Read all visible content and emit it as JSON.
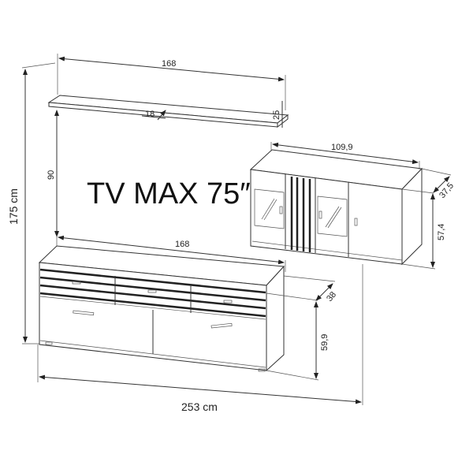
{
  "title": "TV MAX 75″",
  "dimensions": {
    "total_height": "175 cm",
    "total_width": "253 cm",
    "shelf_width": "168",
    "shelf_depth": "18",
    "shelf_height": "25",
    "gap_height": "90",
    "wall_cabinet_width": "109,9",
    "wall_cabinet_depth": "37,5",
    "wall_cabinet_height": "57,4",
    "lowboard_width": "168",
    "lowboard_depth": "38",
    "lowboard_height": "59,9"
  }
}
